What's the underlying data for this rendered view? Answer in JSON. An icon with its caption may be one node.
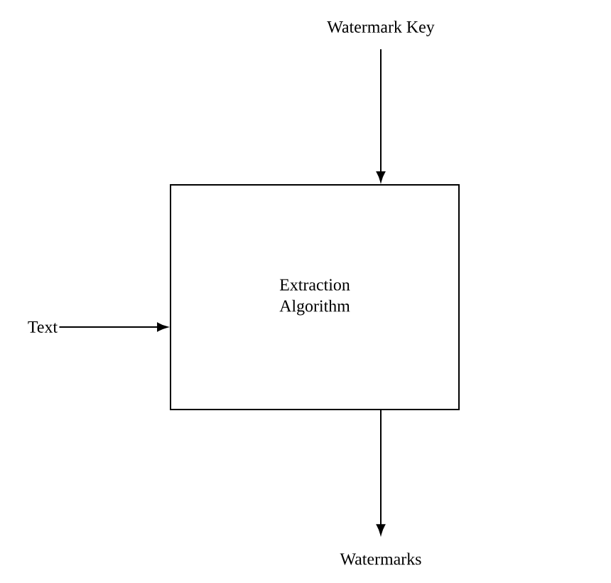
{
  "diagram": {
    "nodes": [
      {
        "text": [
          "Watermark Key"
        ]
      },
      {
        "text": [
          "Extraction Algorithm"
        ]
      },
      {
        "text": [
          "Text"
        ]
      },
      {
        "text": [
          "Watermarks"
        ]
      }
    ],
    "edges": [
      {
        "from": 0,
        "to": 1,
        "arrow": "to"
      },
      {
        "from": 2,
        "to": 1,
        "arrow": "to"
      },
      {
        "from": 1,
        "to": 3,
        "arrow": "to"
      }
    ]
  }
}
